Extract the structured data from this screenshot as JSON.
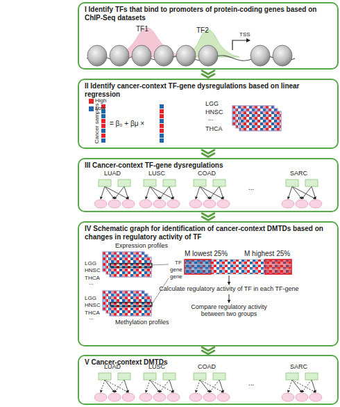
{
  "diagram": {
    "nodes": [
      {
        "text": [
          "I Identify TFs that bind to promoters of protein-coding genes based on ChIP-Seq datasets"
        ]
      },
      {
        "text": [
          "II Identify cancer-context TF-gene dysregulations based on linear regression"
        ]
      },
      {
        "text": [
          "III Cancer-context TF-gene dysregulations"
        ]
      },
      {
        "text": [
          "IV Schematic graph for identification of cancer-context DMTDs based on changes in regulatory activity of TF"
        ]
      },
      {
        "text": [
          "V Cancer-context DMTDs"
        ]
      }
    ],
    "edges": [
      {
        "from": 0,
        "to": 1,
        "arrow": "to"
      },
      {
        "from": 1,
        "to": 2,
        "arrow": "to"
      },
      {
        "from": 2,
        "to": 3,
        "arrow": "to"
      },
      {
        "from": 3,
        "to": 4,
        "arrow": "to"
      }
    ],
    "labels": [
      "TF1",
      "TF2",
      "TSS",
      "Cancer samples",
      "= β₀ + βμ ×",
      "LGG",
      "HNSC",
      "...",
      "THCA",
      "LUAD",
      "LUSC",
      "COAD",
      "...",
      "SARC",
      "Expression profiles",
      "LGG",
      "HNSC",
      "THCA",
      "...",
      "LGG",
      "HNSC",
      "THCA",
      "...",
      "Methylation profiles",
      "TF",
      "gene",
      "gene",
      "M lowest 25%",
      "M highest 25%",
      "Calculate regulatory activity of TF in each TF-gene",
      "Compare regulatory activity between two groups",
      "LUAD",
      "LUSC",
      "COAD",
      "...",
      "SARC"
    ],
    "legend": [
      {
        "text": "High",
        "color": "#e3242b"
      },
      {
        "text": "Low",
        "color": "#2166ac"
      }
    ]
  }
}
